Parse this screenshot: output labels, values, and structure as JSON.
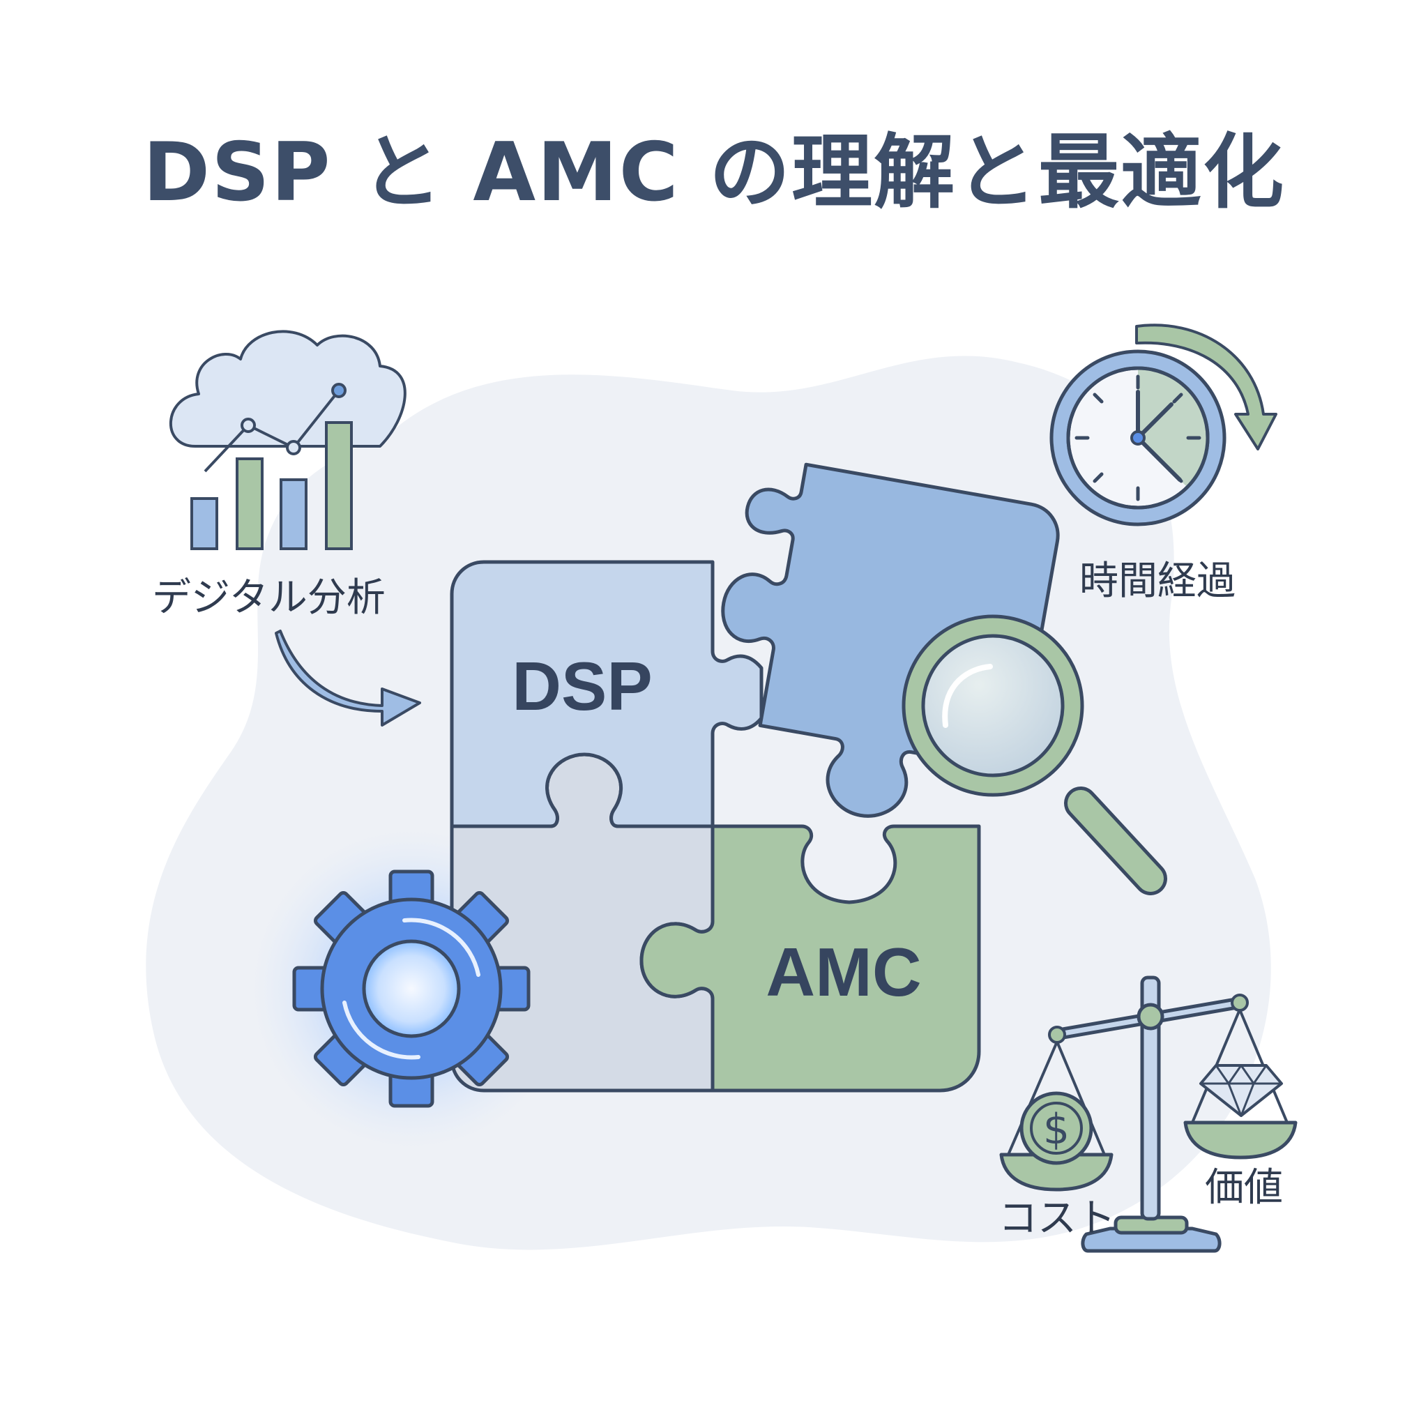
{
  "title": "DSP と AMC の理解と最適化",
  "puzzle": {
    "dsp_label": "DSP",
    "amc_label": "AMC"
  },
  "captions": {
    "digital_analysis": "デジタル分析",
    "time_elapsed": "時間経過",
    "cost": "コスト",
    "value": "価値"
  },
  "icons": [
    "cloud-icon",
    "bar-chart-icon",
    "curved-arrow-icon",
    "clock-icon",
    "rotate-arrow-icon",
    "magnifying-glass-icon",
    "gear-icon",
    "balance-scale-icon",
    "coin-icon",
    "dollar-icon",
    "diamond-icon"
  ],
  "colors": {
    "title": "#3d4e69",
    "outline": "#3a4a63",
    "light_blue": "#c5d6ec",
    "mid_blue": "#98b8e0",
    "green": "#a9c6a6",
    "gray": "#d4dbe6",
    "bright_blue": "#5b8fe6",
    "background_blob": "#eef1f6"
  }
}
